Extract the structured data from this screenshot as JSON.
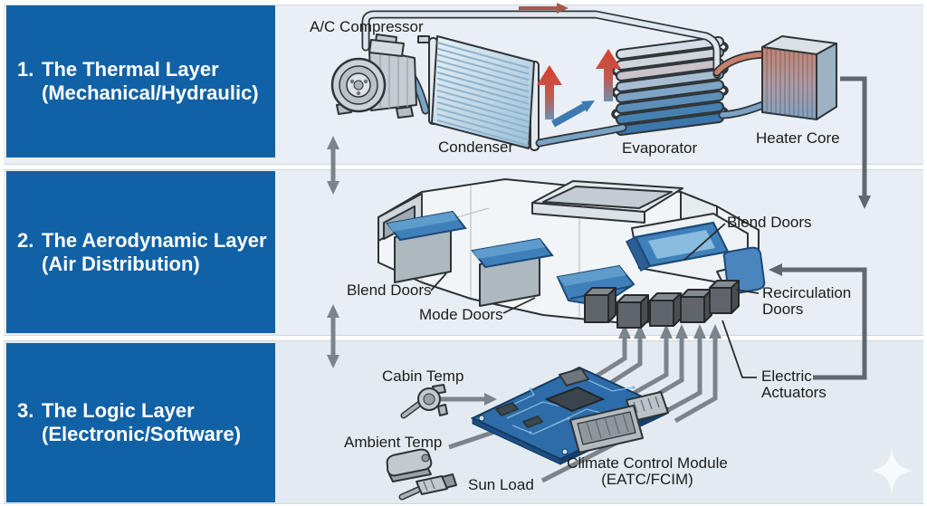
{
  "panels": [
    {
      "number": "1.",
      "title": "The Thermal Layer",
      "subtitle": "(Mechanical/Hydraulic)"
    },
    {
      "number": "2.",
      "title": "The Aerodynamic Layer",
      "subtitle": "(Air Distribution)"
    },
    {
      "number": "3.",
      "title": "The Logic Layer",
      "subtitle": "(Electronic/Software)"
    }
  ],
  "thermal_layer": {
    "compressor_label": "A/C Compressor",
    "condenser_label": "Condenser",
    "evaporator_label": "Evaporator",
    "heater_core_label": "Heater Core"
  },
  "aerodynamic_layer": {
    "blend_doors_left_label": "Blend Doors",
    "mode_doors_label": "Mode Doors",
    "blend_doors_right_label": "Blend Doors",
    "recirculation_line1": "Recirculation",
    "recirculation_line2": "Doors"
  },
  "logic_layer": {
    "cabin_temp_label": "Cabin Temp",
    "ambient_temp_label": "Ambient Temp",
    "sun_load_label": "Sun Load",
    "module_line1": "Climate Control Module",
    "module_line2": "(EATC/FCIM)",
    "electric_actuators_line1": "Electric",
    "electric_actuators_line2": "Actuators"
  },
  "colors": {
    "panel_blue": "#1161a6",
    "door_blue": "#4080ba",
    "hot_red": "#d14536",
    "cold_blue": "#3d7ab2",
    "arrow_gray": "#7c848b",
    "connector_gray": "#5f686f",
    "circuit_board_blue": "#2e6ca9",
    "row_background": "#e9eff4"
  }
}
